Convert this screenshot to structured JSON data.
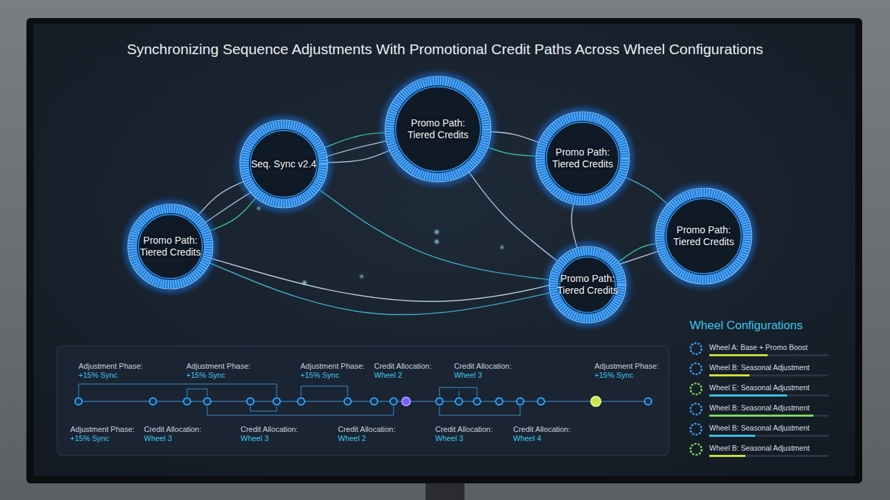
{
  "diagram": {
    "title": "Synchronizing Sequence Adjustments With Promotional Credit Paths Across Wheel Configurations",
    "nodes": [
      {
        "text": [
          "Promo Path: Tiered Credits"
        ]
      },
      {
        "text": [
          "Seq. Sync v2.4"
        ]
      },
      {
        "text": [
          "Promo Path: Tiered Credits"
        ]
      },
      {
        "text": [
          "Promo Path: Tiered Credits"
        ]
      },
      {
        "text": [
          "Promo Path: Tiered Credits"
        ]
      },
      {
        "text": [
          "Promo Path: Tiered Credits"
        ]
      }
    ],
    "edges": [
      {
        "from": 0,
        "to": 1,
        "arrow": "none"
      },
      {
        "from": 0,
        "to": 1,
        "arrow": "none"
      },
      {
        "from": 0,
        "to": 2,
        "arrow": "none"
      },
      {
        "from": 0,
        "to": 5,
        "arrow": "none"
      },
      {
        "from": 0,
        "to": 4,
        "arrow": "none"
      },
      {
        "from": 1,
        "to": 2,
        "arrow": "none"
      },
      {
        "from": 1,
        "to": 2,
        "arrow": "none"
      },
      {
        "from": 1,
        "to": 5,
        "arrow": "none"
      },
      {
        "from": 2,
        "to": 3,
        "arrow": "none"
      },
      {
        "from": 2,
        "to": 3,
        "arrow": "none"
      },
      {
        "from": 2,
        "to": 5,
        "arrow": "none"
      },
      {
        "from": 3,
        "to": 4,
        "arrow": "none"
      },
      {
        "from": 3,
        "to": 5,
        "arrow": "none"
      },
      {
        "from": 5,
        "to": 4,
        "arrow": "none"
      }
    ],
    "labels": [
      "Adjustment Phase: +15% Sync",
      "Adjustment Phase: +15% Sync",
      "Adjustment Phase: +15% Sync",
      "Credit Allocation: Wheel 2",
      "Credit Allocation: Wheel 3",
      "Adjustment Phase: +15% Sync",
      "Adjustment Phase: +15% Sync",
      "Credit Allocation: Wheel 3",
      "Credit Allocation: Wheel 3",
      "Credit Allocation: Wheel 2",
      "Credit Allocation: Wheel 3",
      "Credit Allocation: Wheel 4",
      "Wheel Configurations"
    ],
    "legend": [
      {
        "text": "Wheel A: Base + Promo Boost"
      },
      {
        "text": "Wheel B: Seasonal Adjustment"
      },
      {
        "text": "Wheel E: Seasonal Adjustment"
      },
      {
        "text": "Wheel B: Seasonal Adjustment"
      },
      {
        "text": "Wheel B: Seasonal Adjustment"
      },
      {
        "text": "Wheel B: Seasonal Adjustment"
      }
    ]
  }
}
